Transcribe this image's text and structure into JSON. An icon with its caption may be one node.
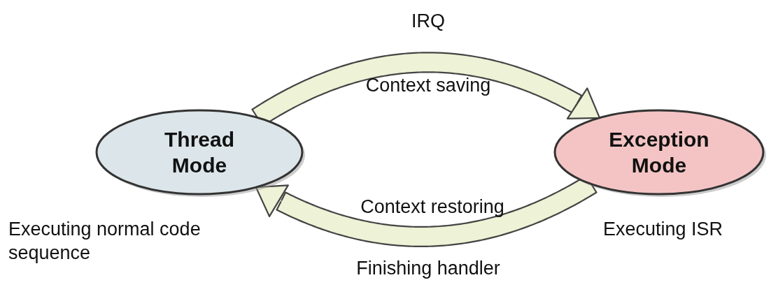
{
  "diagram": {
    "nodes": [
      {
        "text": [
          "Thread Mode"
        ],
        "beside": [
          "Executing normal code sequence"
        ]
      },
      {
        "text": [
          "Exception Mode"
        ],
        "beside": [
          "Executing ISR"
        ]
      }
    ],
    "edges": [
      {
        "from": 0,
        "to": 1,
        "arrow": "to",
        "label": "IRQ"
      },
      {
        "from": 1,
        "to": 0,
        "arrow": "to",
        "label": "Finishing handler"
      }
    ],
    "labels": [
      "Context saving",
      "Context restoring"
    ]
  }
}
